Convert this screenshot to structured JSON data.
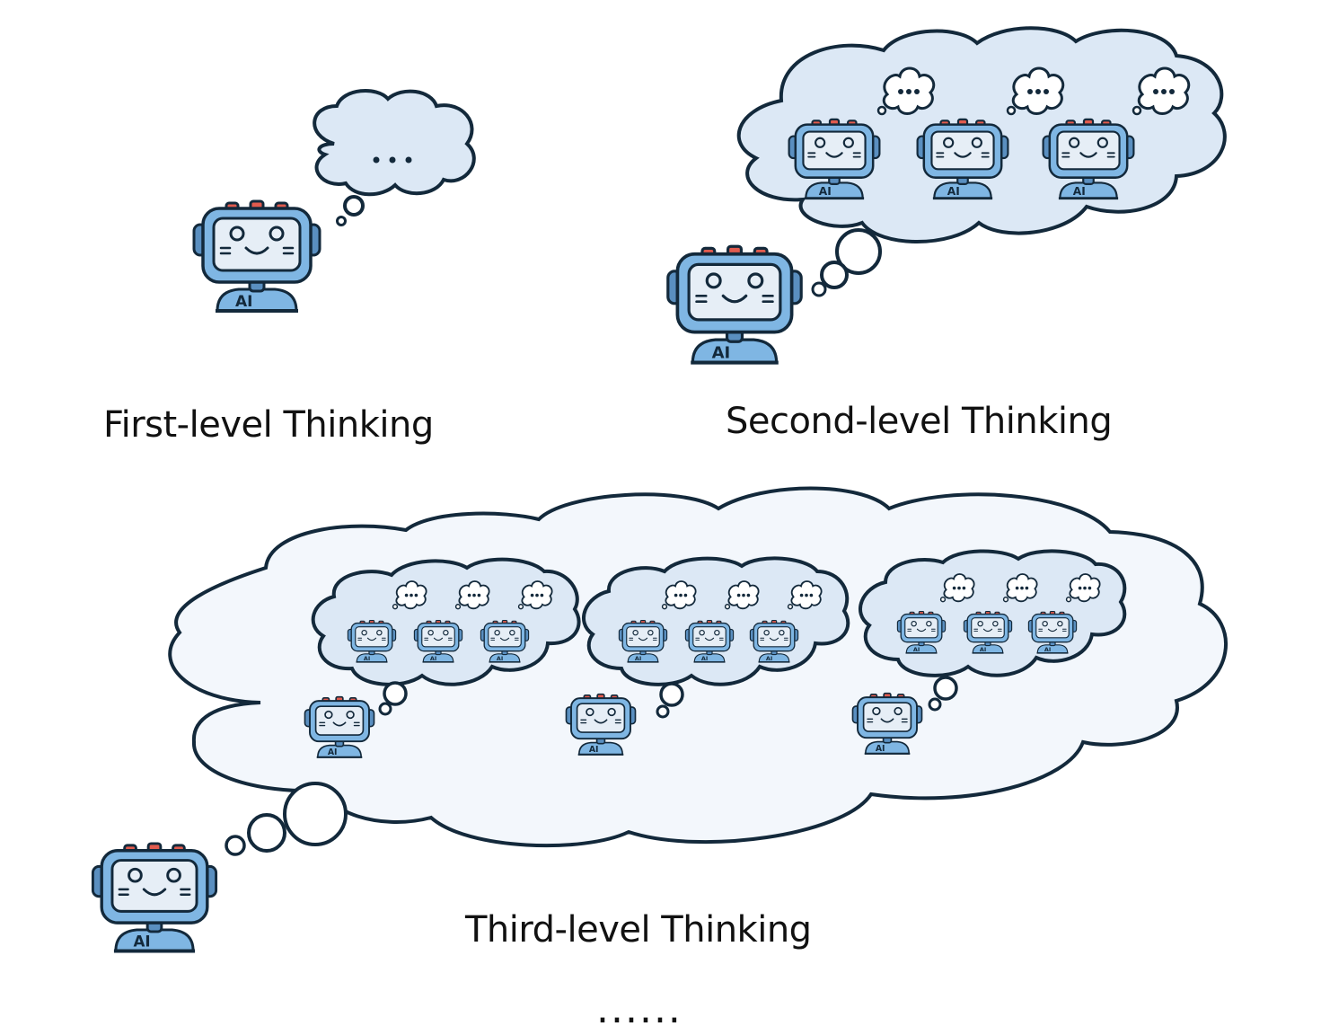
{
  "captions": {
    "first": "First-level Thinking",
    "second": "Second-level Thinking",
    "third": "Third-level Thinking",
    "continuation": "......"
  },
  "robot": {
    "badge": "AI"
  },
  "bubble_text": "...",
  "colors": {
    "outline": "#13293b",
    "robot_body": "#7fb6e3",
    "robot_screen": "#e6eef6",
    "robot_lights": "#e15b4e",
    "cloud_light": "#dce8f5",
    "cloud_pale": "#f3f7fc"
  }
}
